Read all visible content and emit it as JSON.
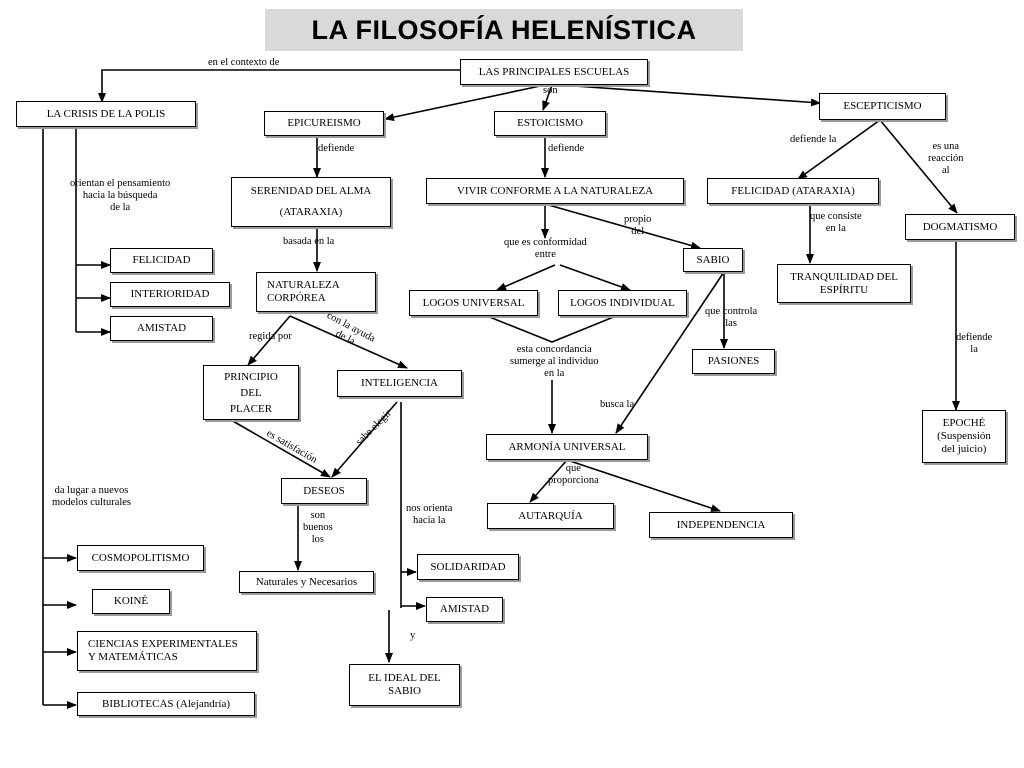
{
  "title": "LA FILOSOFÍA HELENÍSTICA",
  "nodes": {
    "escuelas": "LAS PRINCIPALES ESCUELAS",
    "crisis": "LA CRISIS DE LA POLIS",
    "epicureismo": "EPICUREISMO",
    "estoicismo": "ESTOICISMO",
    "escepticismo": "ESCEPTICISMO",
    "serenidad": "SERENIDAD DEL ALMA\n(ATARAXIA)",
    "vivir": "VIVIR CONFORME A LA NATURALEZA",
    "felicidad_ataraxia": "FELICIDAD (ATARAXIA)",
    "dogmatismo": "DOGMATISMO",
    "felicidad": "FELICIDAD",
    "interioridad": "INTERIORIDAD",
    "amistad_crisis": "AMISTAD",
    "naturaleza": "NATURALEZA\nCORPÓREA",
    "sabio": "SABIO",
    "tranquilidad": "TRANQUILIDAD DEL\nESPÍRITU",
    "logos_universal": "LOGOS UNIVERSAL",
    "logos_individual": "LOGOS INDIVIDUAL",
    "pasiones": "PASIONES",
    "principio": "PRINCIPIO\nDEL\nPLACER",
    "inteligencia": "INTELIGENCIA",
    "epoche": "EPOCHÉ\n(Suspensión\ndel juicio)",
    "armonia": "ARMONÍA UNIVERSAL",
    "deseos": "DESEOS",
    "autarquia": "AUTARQUÍA",
    "independencia": "INDEPENDENCIA",
    "cosmopolitismo": "COSMOPOLITISMO",
    "solidaridad": "SOLIDARIDAD",
    "naturales": "Naturales y Necesarios",
    "koine": "KOINÉ",
    "amistad_sabio": "AMISTAD",
    "ciencias": "CIENCIAS  EXPERIMENTALES\nY MATEMÁTICAS",
    "ideal_sabio": "EL IDEAL DEL\nSABIO",
    "bibliotecas": "BIBLIOTECAS (Alejandría)"
  },
  "links": {
    "contexto": "en el contexto de",
    "son": "son",
    "defiende_epi": "defiende",
    "defiende_est": "defiende",
    "defiende_la": "defiende la",
    "es_una_reaccion": "es una\nreacción\nal",
    "orientan": "orientan el pensamiento\nhacia la búsqueda\nde la",
    "basada": "basada en la",
    "que_es_conformidad": "que es conformidad\nentre",
    "propio_del": "propio\ndel",
    "que_consiste": "que consiste\nen la",
    "regida": "regida por",
    "con_ayuda": "con la ayuda\nde la",
    "esta_concordancia": "esta concordancia\nsumerge al individuo\nen la",
    "que_controla": "que controla\nlas",
    "defiende_epoche": "defiende\nla",
    "busca_la": "busca la",
    "es_satisfaccion": "es satisfación",
    "sabe_elegir": "sabe elegir",
    "da_lugar": "da lugar a nuevos\nmodelos culturales",
    "que_proporciona": "que\nproporciona",
    "son_buenos": "son\nbuenos\nlos",
    "nos_orienta": "nos orienta\nhacia la",
    "y": "y"
  }
}
